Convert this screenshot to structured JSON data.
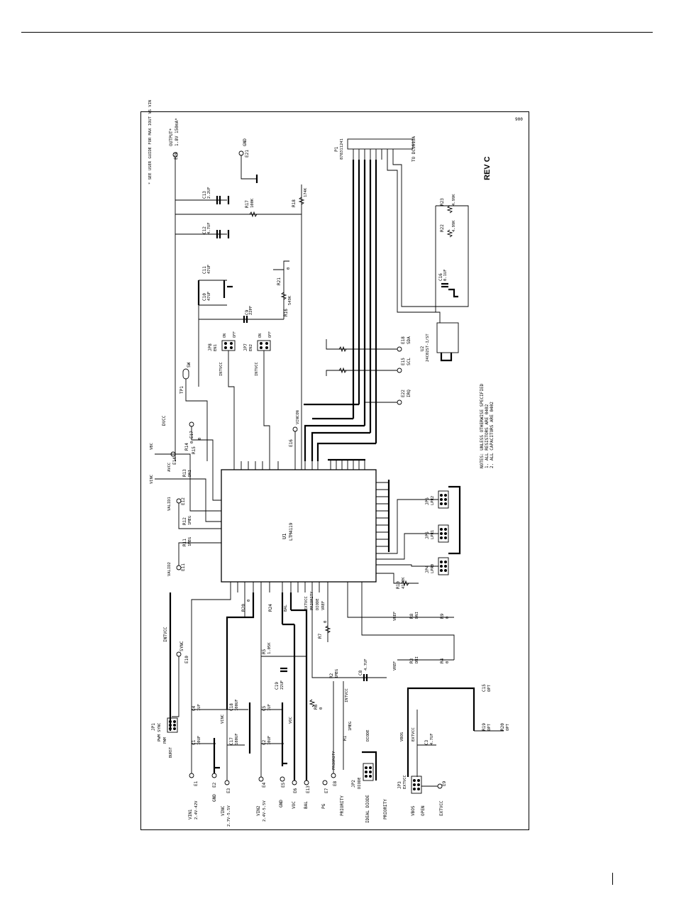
{
  "schematic": {
    "sheet_code": "900",
    "rev": "REV C",
    "note_star": "* SEE USER GUIDE FOR MAX IOUT VS VIN",
    "notes_title": "NOTES: UNLESS OTHERWISE SPECIFIED",
    "note1": "1. ALL RESISTORS ARE 0402",
    "note2": "2. ALL CAPACITORS ARE 0402",
    "ic_ref": "U1",
    "ic_part": "LTM4119",
    "eeprom_ref": "U2",
    "eeprom_part": "24C02ST-I/ST",
    "header_ref": "P1",
    "header_part": "878311241",
    "header_dest": "TO DC1613A",
    "out_label": "OUTPUT*",
    "out_value": "1.8V 150mA*",
    "e20": "E20",
    "e21": "E21",
    "gnd": "GND",
    "e18": "E18",
    "sda": "SDA",
    "e15": "E15",
    "scl": "SCL",
    "e22": "E22",
    "irq": "IRQ",
    "e16": "E16",
    "vincon": "VINCON",
    "e17": "E17",
    "dvcc": "DVCC",
    "e14": "E14",
    "avcc": "AVCC",
    "e12": "E12",
    "valid1": "VALID1",
    "e11": "E11",
    "valid2": "VALID2",
    "e10": "E10",
    "sync": "SYNC",
    "tp1": "TP1",
    "sw": "SW",
    "vinc": "VINC",
    "vbc": "VBC",
    "intvcc": "INTVCC",
    "vref": "VREF",
    "c13": "C13",
    "c13v": "2.2UF",
    "c12": "C12",
    "c12v": "4.7UF",
    "c11": "C11",
    "c11v": "47UF",
    "c10": "C10",
    "c10v": "47UF",
    "c9": "C9",
    "c9v": "22PF",
    "c16": "C16",
    "c16v": "0.1UF",
    "r17": "R17",
    "r17v": "100K",
    "r18": "R18",
    "r18v": "174K",
    "r21": "R21",
    "r21v": "0",
    "r16": "R16",
    "r16v": "549K",
    "r22": "R22",
    "r22v": "4.99K",
    "r23": "R23",
    "r23v": "4.99K",
    "r15": "R15",
    "r15v": "0",
    "r14": "R14",
    "r14v": "0",
    "r13": "R13",
    "r13v": "DNI",
    "r12": "R12",
    "r12v": "1MEG",
    "r11": "R11",
    "r11v": "1MEG",
    "r10": "R10",
    "r10v": "41.2K",
    "jp8": "JP8",
    "jp8v": "EN1",
    "jp7": "JP7",
    "jp7v": "EN2",
    "jp6": "JP6",
    "jp6v": "LPR2",
    "jp5": "JP5",
    "jp5v": "LPR1",
    "jp4": "JP4",
    "jp4v": "LPR0",
    "jp1": "JP1",
    "jp1v": "PWM SYNC",
    "jp2": "JP2",
    "jp2v": "DIODE",
    "jp3": "JP3",
    "jp3v": "EXTVCC",
    "on": "ON",
    "off": "OFF",
    "r8": "R8",
    "r8v": "DNI",
    "r9": "R9",
    "r9v": "0",
    "r3": "R3",
    "r3v": "DNI",
    "r4": "R4",
    "r4v": "0",
    "r7": "R7",
    "r7v": "0",
    "r5": "R5",
    "r5v": "1.05K",
    "r6": "R6",
    "r6v": "0",
    "r2": "R2",
    "r2v": "1MEG",
    "r1": "R1",
    "r1v": "1MEG",
    "r20": "R20",
    "r20v": "0",
    "r19": "R19",
    "r19v": "OPT",
    "r19b": "R20",
    "r19bv": "OPT",
    "c15": "C15",
    "c15v": "OPT",
    "c8": "C8",
    "c8v": "4.7UF",
    "c19": "C19",
    "c19v": "22UF",
    "c3": "C3",
    "c3v": "4.7UF",
    "c4": "C4",
    "c4v": "1UF",
    "c1": "C1",
    "c1v": "10UF",
    "c18": "C18",
    "c18v": "100UF",
    "c17": "C17",
    "c17v": "180UF",
    "c5": "C5",
    "c5v": "1UF",
    "c2": "C2",
    "c2v": "10UF",
    "e1": "E1",
    "vin1": "VIN1",
    "vin1r": "2.4V-42V",
    "e2": "E2",
    "gnd2": "GND",
    "e3": "E3",
    "vinc_in": "VINC",
    "vinc_r": "2.7V-5.5V",
    "e4": "E4",
    "vin2": "VIN2",
    "vin2r": "2.4V-5.5V",
    "e5": "E5",
    "gnd5": "GND",
    "e6": "E6",
    "voc": "VOC",
    "e13": "E13",
    "bal": "BAL",
    "e7": "E7",
    "pg": "PG",
    "e8": "E8",
    "priority": "PRIORITY",
    "ideal_diode": "IDEAL DIODE",
    "priority2": "PRIORITY",
    "e9": "E9",
    "extvcc": "EXTVCC",
    "vbos": "VBOS",
    "open": "OPEN",
    "burst": "BURST",
    "pwm": "PWM"
  }
}
